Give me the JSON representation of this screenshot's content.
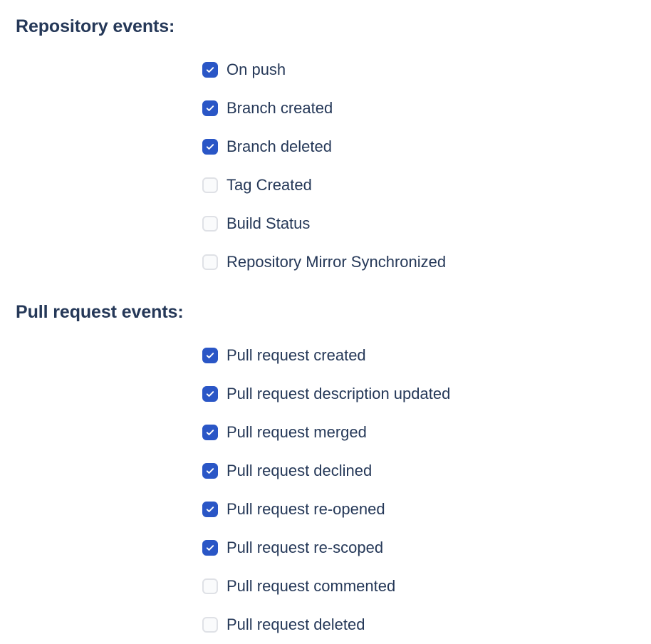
{
  "colors": {
    "background": "#ffffff",
    "text": "#253858",
    "checkbox_checked_fill": "#2a56c6",
    "checkbox_checked_tick": "#ffffff",
    "checkbox_unchecked_fill": "#fafbfc",
    "checkbox_unchecked_border": "#dfe1e6"
  },
  "sections": [
    {
      "id": "repository-events",
      "heading": "Repository events:",
      "options": [
        {
          "label": "On push",
          "checked": true
        },
        {
          "label": "Branch created",
          "checked": true
        },
        {
          "label": "Branch deleted",
          "checked": true
        },
        {
          "label": "Tag Created",
          "checked": false
        },
        {
          "label": "Build Status",
          "checked": false
        },
        {
          "label": "Repository Mirror Synchronized",
          "checked": false
        }
      ]
    },
    {
      "id": "pull-request-events",
      "heading": "Pull request events:",
      "options": [
        {
          "label": "Pull request created",
          "checked": true
        },
        {
          "label": "Pull request description updated",
          "checked": true
        },
        {
          "label": "Pull request merged",
          "checked": true
        },
        {
          "label": "Pull request declined",
          "checked": true
        },
        {
          "label": "Pull request re-opened",
          "checked": true
        },
        {
          "label": "Pull request re-scoped",
          "checked": true
        },
        {
          "label": "Pull request commented",
          "checked": false
        },
        {
          "label": "Pull request deleted",
          "checked": false
        }
      ]
    }
  ]
}
